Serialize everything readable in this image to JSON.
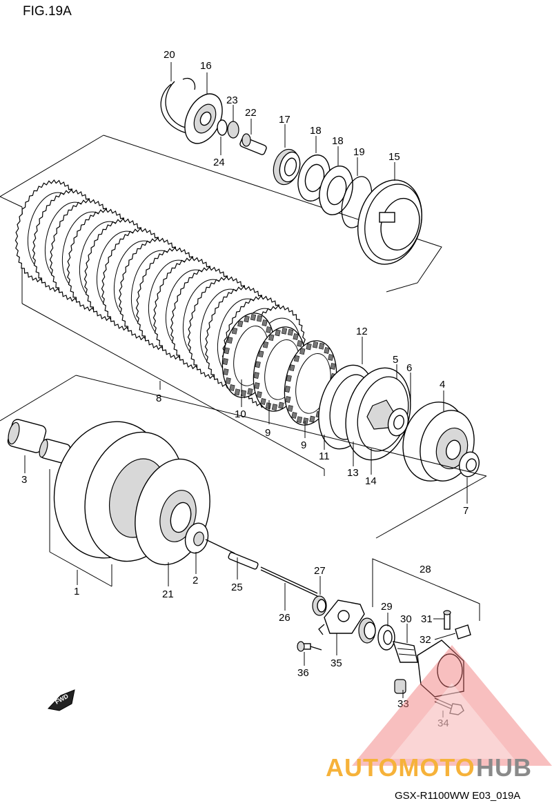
{
  "figure": {
    "title": "FIG.19A",
    "model_code": "GSX-R1100WW  E03_019A"
  },
  "watermark": {
    "brand_part1": "AUTOMOTO",
    "brand_part2": "HUB",
    "triangle_color": "#f07070",
    "text_color_1": "#f6b23a",
    "text_color_2": "#8a8a8a"
  },
  "direction_arrow": {
    "label": "FWD"
  },
  "callouts": [
    "1",
    "2",
    "3",
    "4",
    "5",
    "6",
    "7",
    "8",
    "9",
    "9",
    "10",
    "11",
    "12",
    "13",
    "14",
    "15",
    "16",
    "17",
    "18",
    "18",
    "19",
    "20",
    "21",
    "22",
    "23",
    "24",
    "25",
    "26",
    "27",
    "28",
    "29",
    "30",
    "31",
    "32",
    "33",
    "34",
    "35",
    "36"
  ]
}
